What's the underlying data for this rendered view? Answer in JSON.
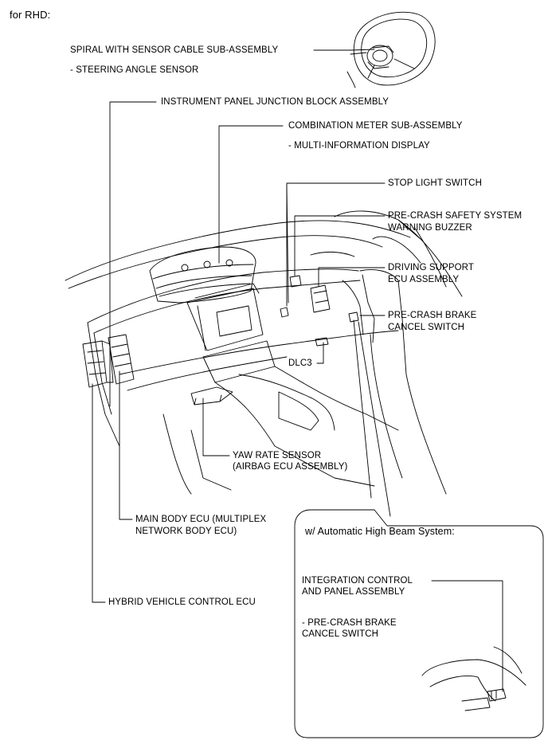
{
  "header": "for RHD:",
  "labels": {
    "spiral": "SPIRAL WITH SENSOR CABLE SUB-ASSEMBLY",
    "steering_angle": "- STEERING ANGLE SENSOR",
    "junction_block": "INSTRUMENT PANEL JUNCTION BLOCK ASSEMBLY",
    "combination_meter": "COMBINATION METER SUB-ASSEMBLY",
    "multi_info": "- MULTI-INFORMATION DISPLAY",
    "stop_light": "STOP LIGHT SWITCH",
    "precrash_buzzer_1": "PRE-CRASH SAFETY SYSTEM",
    "precrash_buzzer_2": "WARNING BUZZER",
    "driving_support_1": "DRIVING SUPPORT",
    "driving_support_2": "ECU ASSEMBLY",
    "precrash_brake_1": "PRE-CRASH BRAKE",
    "precrash_brake_2": "CANCEL SWITCH",
    "dlc3": "DLC3",
    "yaw_1": "YAW RATE SENSOR",
    "yaw_2": "(AIRBAG ECU ASSEMBLY)",
    "main_body_1": "MAIN BODY ECU (MULTIPLEX",
    "main_body_2": "NETWORK BODY ECU)",
    "hybrid": "HYBRID VEHICLE CONTROL ECU"
  },
  "inset": {
    "title": "w/ Automatic High Beam System:",
    "integration_1": "INTEGRATION CONTROL",
    "integration_2": "AND PANEL ASSEMBLY",
    "precrash_1": "- PRE-CRASH BRAKE",
    "precrash_2": "CANCEL SWITCH"
  }
}
